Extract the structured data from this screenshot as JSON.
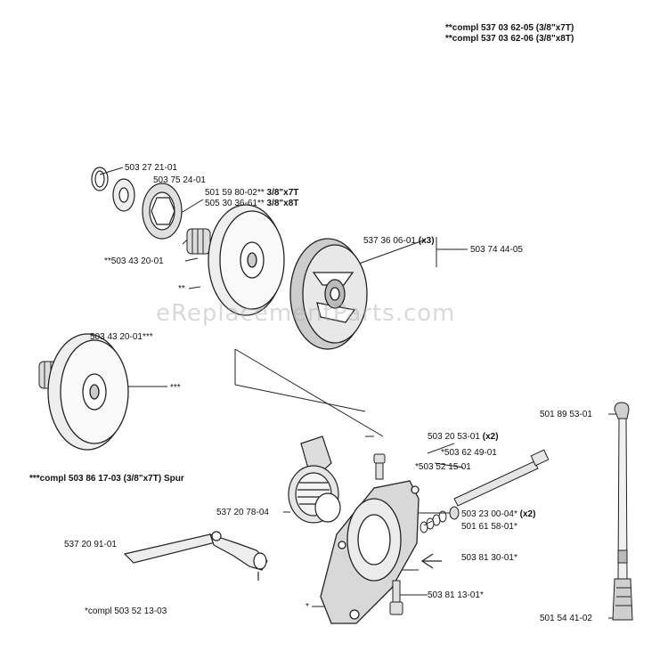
{
  "header": {
    "compl_line1_prefix": "**compl 537 03 62-05",
    "compl_line1_size": "(3/8\"x7T)",
    "compl_line2_prefix": "**compl 537 03 62-06",
    "compl_line2_size": "(3/8\"x8T)"
  },
  "watermark": "eReplacementParts.com",
  "parts": {
    "p1": "503 27 21-01",
    "p2": "503 75 24-01",
    "p3a": "501 59 80-02**",
    "p3a_size": "3/8\"x7T",
    "p3b": "505 30 36-61**",
    "p3b_size": "3/8\"x8T",
    "p4": "**503 43 20-01",
    "p5": "**",
    "p6": "537 36 06-01",
    "p6_qty": "(x3)",
    "p7": "503 74 44-05",
    "p8": "503 43 20-01***",
    "p9": "***",
    "p10": "501 89 53-01",
    "p11": "503 20 53-01",
    "p11_qty": "(x2)",
    "p12": "*503 62 49-01",
    "p13": "*503 52 15-01",
    "p14": "537 20 78-04",
    "p15": "503 23 00-04*",
    "p15_qty": "(x2)",
    "p16": "501 61 58-01*",
    "p17": "537 20 91-01",
    "p18": "503 81 30-01*",
    "p19": "503 81 13-01*",
    "p20": "*",
    "p21": "501 54 41-02"
  },
  "notes": {
    "spur_prefix": "***compl 503 86 17-03",
    "spur_size": "(3/8\"x7T) Spur",
    "compl_bottom": "*compl 503 52 13-03"
  }
}
